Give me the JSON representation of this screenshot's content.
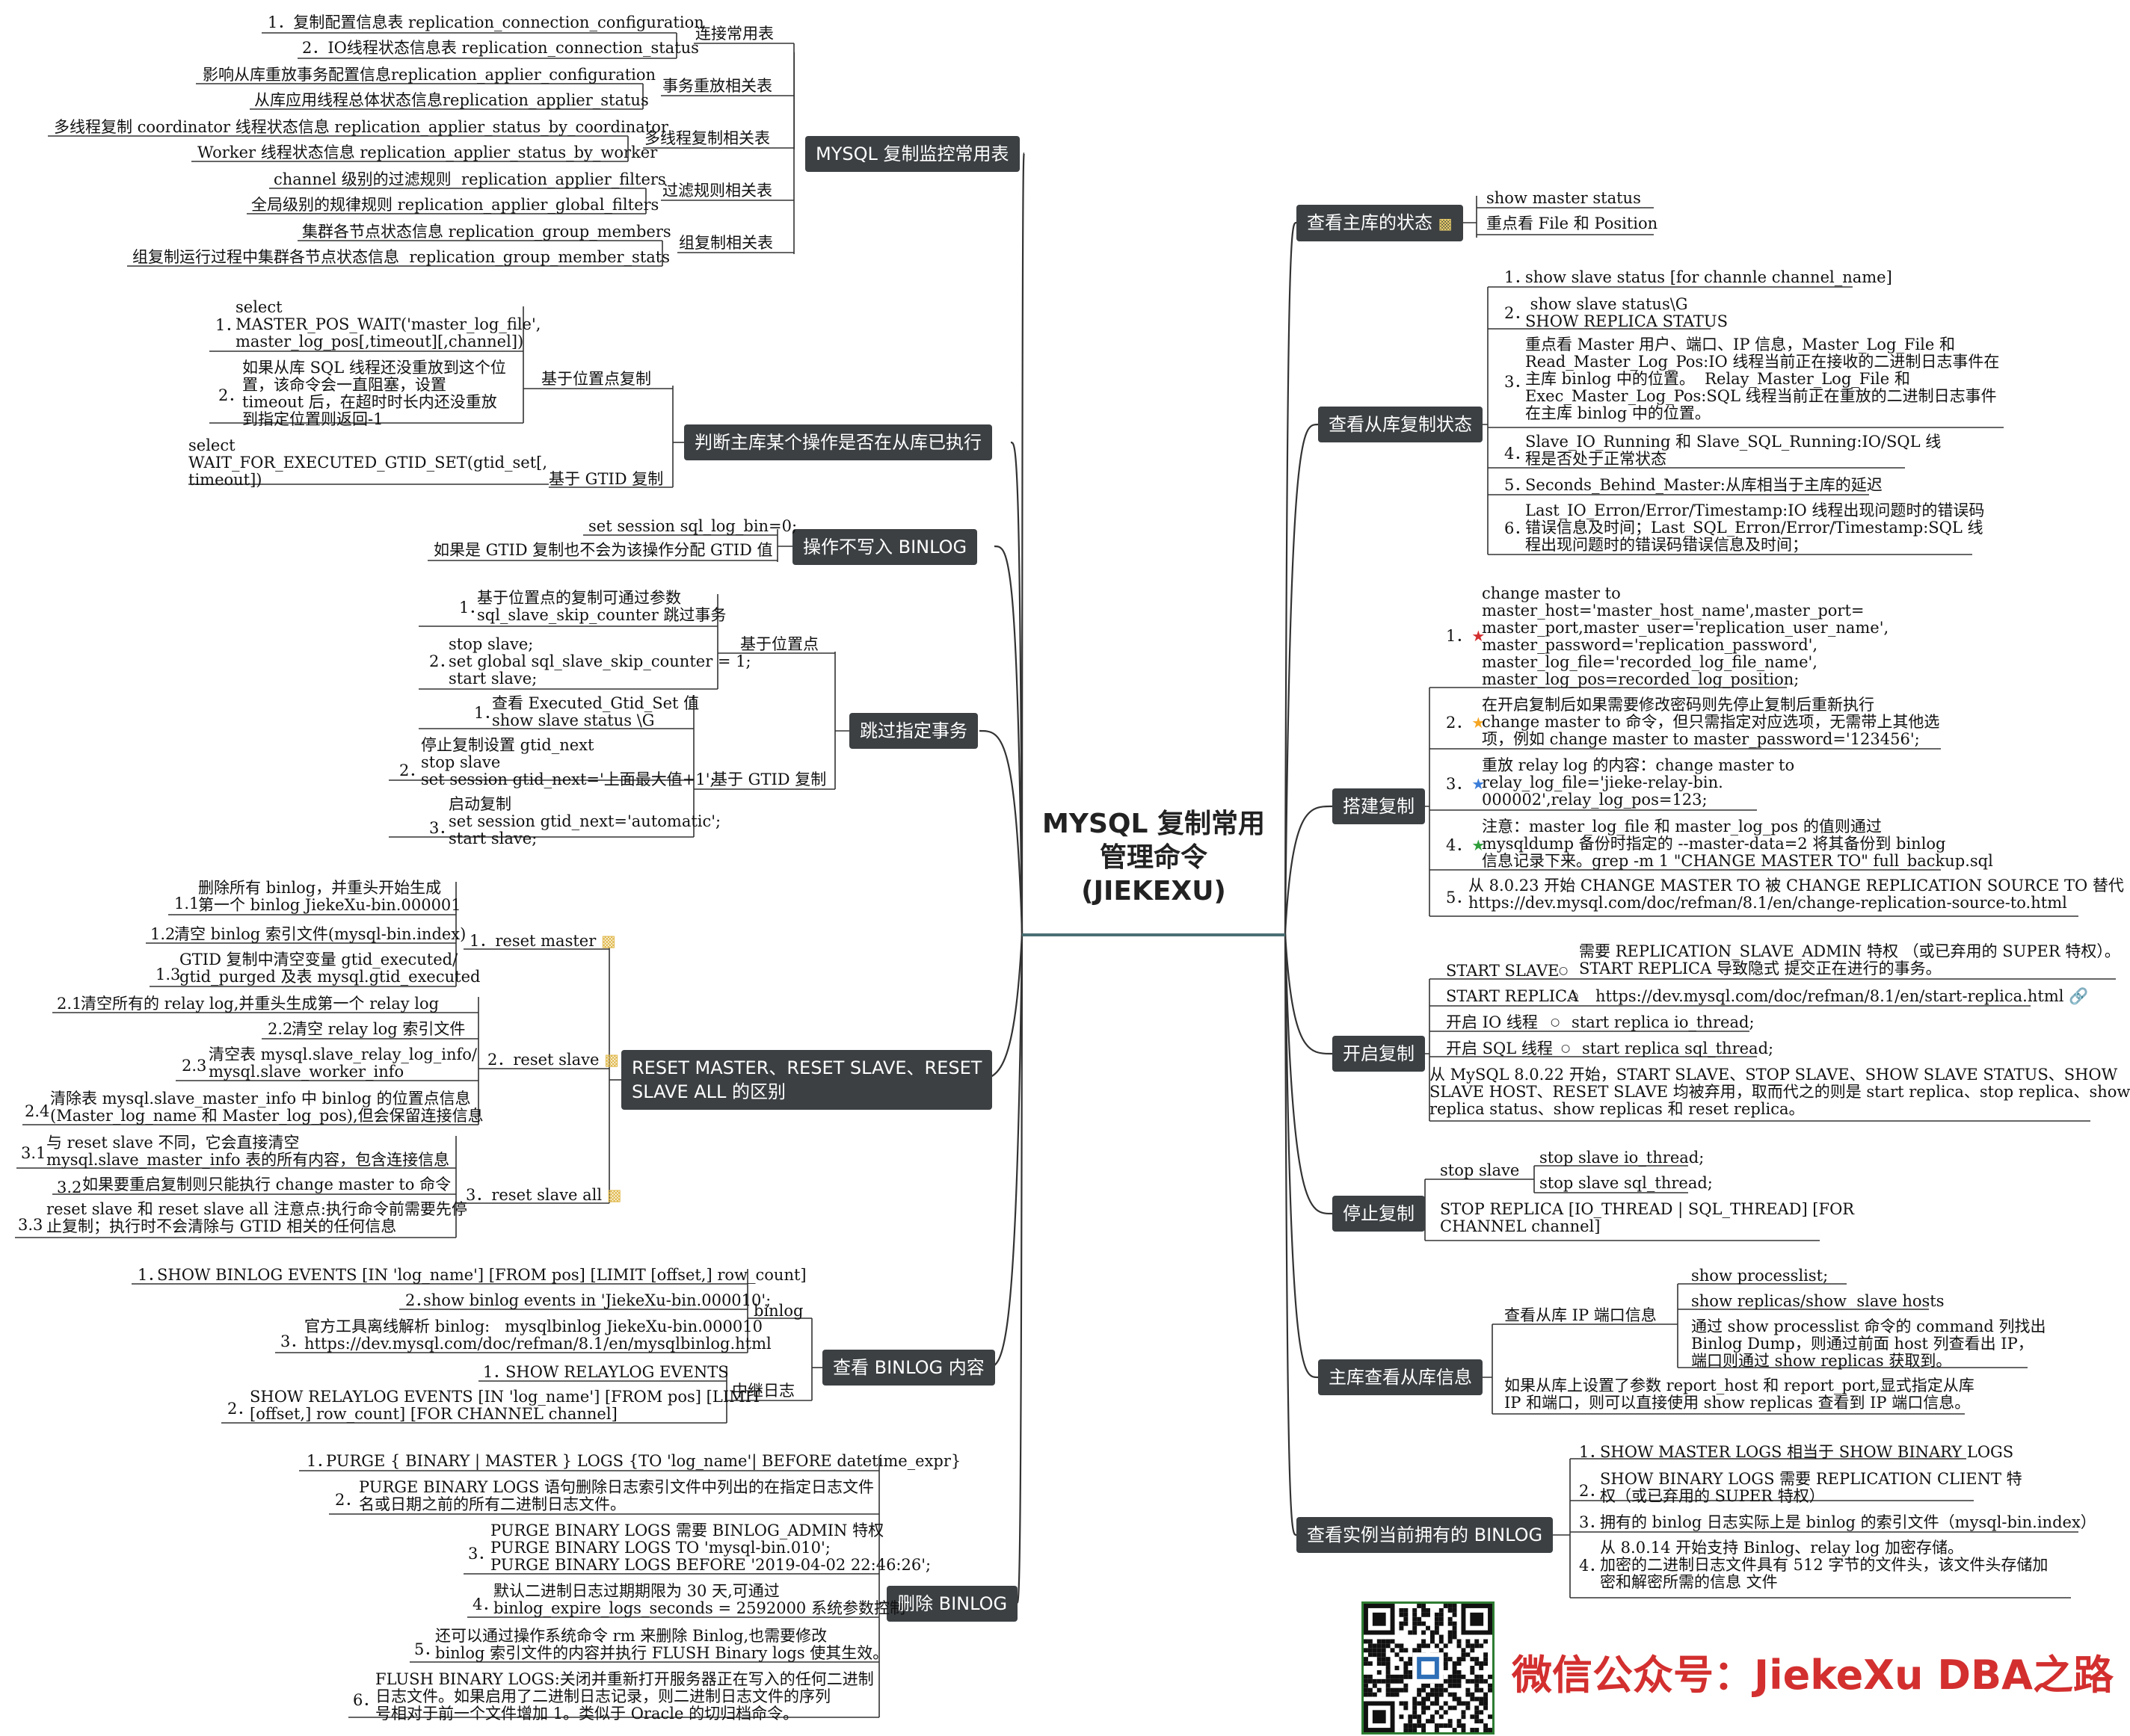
{
  "center": {
    "line1": "MYSQL 复制常用",
    "line2": "管理命令",
    "line3": "(JIEKEXU)"
  },
  "watermark": "微信公众号：JiekeXu DBA之路",
  "left": {
    "monitor": {
      "title": "MYSQL 复制监控常用表",
      "groups": [
        {
          "name": "连接常用表",
          "items": [
            "1．复制配置信息表 replication_connection_configuration",
            "2．IO线程状态信息表 replication_connection_status"
          ]
        },
        {
          "name": "事务重放相关表",
          "items": [
            "影响从库重放事务配置信息replication_applier_configuration",
            "从库应用线程总体状态信息replication_applier_status"
          ]
        },
        {
          "name": "多线程复制相关表",
          "items": [
            "多线程复制 coordinator 线程状态信息 replication_applier_status_by_coordinator",
            "Worker 线程状态信息 replication_applier_status_by_worker"
          ]
        },
        {
          "name": "过滤规则相关表",
          "items": [
            "channel 级别的过滤规则  replication_applier_filters",
            "全局级别的规律规则 replication_applier_global_filters"
          ]
        },
        {
          "name": "组复制相关表",
          "items": [
            "集群各节点状态信息 replication_group_members",
            "组复制运行过程中集群各节点状态信息  replication_group_member_stats"
          ]
        }
      ]
    },
    "judge": {
      "title": "判断主库某个操作是否在从库已执行",
      "pos": {
        "name": "基于位置点复制",
        "n1": "1．",
        "item1": "select\nMASTER_POS_WAIT('master_log_file',\nmaster_log_pos[,timeout][,channel])",
        "n2": "2．",
        "item2": "如果从库 SQL 线程还没重放到这个位\n置，该命令会一直阻塞，设置\ntimeout 后，在超时时长内还没重放\n到指定位置则返回-1"
      },
      "gtid": {
        "name": "基于 GTID 复制",
        "item": "select\nWAIT_FOR_EXECUTED_GTID_SET(gtid_set[,\ntimeout])"
      }
    },
    "nobinlog": {
      "title": "操作不写入 BINLOG",
      "items": [
        "set session sql_log_bin=0;",
        "如果是 GTID 复制也不会为该操作分配 GTID 值"
      ]
    },
    "skip": {
      "title": "跳过指定事务",
      "pos": {
        "name": "基于位置点",
        "n1": "1．",
        "item1": "基于位置点的复制可通过参数\nsql_slave_skip_counter 跳过事务",
        "n2": "2．",
        "item2": "stop slave;\nset global sql_slave_skip_counter = 1;\nstart slave;"
      },
      "gtid": {
        "name": "基于 GTID 复制",
        "n1": "1．",
        "item1": "查看 Executed_Gtid_Set 值\nshow slave status \\G",
        "n2": "2．",
        "item2": "停止复制设置 gtid_next\nstop slave\nset session gtid_next='上面最大值+1';",
        "n3": "3．",
        "item3": "启动复制\nset session gtid_next='automatic';\nstart slave;"
      }
    },
    "reset": {
      "title": "RESET MASTER、RESET SLAVE、RESET\nSLAVE ALL 的区别",
      "master": {
        "name": "1．reset master",
        "items": [
          {
            "num": "1.1",
            "text": "删除所有 binlog，并重头开始生成\n第一个 binlog JiekeXu-bin.000001"
          },
          {
            "num": "1.2",
            "text": "清空 binlog 索引文件(mysql-bin.index)"
          },
          {
            "num": "1.3",
            "text": "GTID 复制中清空变量 gtid_executed/\ngtid_purged 及表 mysql.gtid_executed"
          }
        ]
      },
      "slave": {
        "name": "2．reset slave",
        "items": [
          {
            "num": "2.1",
            "text": "清空所有的 relay log,并重头生成第一个 relay log"
          },
          {
            "num": "2.2",
            "text": "清空 relay log 索引文件"
          },
          {
            "num": "2.3",
            "text": "清空表 mysql.slave_relay_log_info/\nmysql.slave_worker_info"
          },
          {
            "num": "2.4",
            "text": "清除表 mysql.slave_master_info 中 binlog 的位置点信息\n(Master_log_name 和 Master_log_pos),但会保留连接信息"
          }
        ]
      },
      "all": {
        "name": "3．reset slave all",
        "items": [
          {
            "num": "3.1",
            "text": "与 reset slave 不同，它会直接清空\nmysql.slave_master_info 表的所有内容，包含连接信息"
          },
          {
            "num": "3.2",
            "text": "如果要重启复制则只能执行 change master to 命令"
          },
          {
            "num": "3.3",
            "text": "reset slave 和 reset slave all 注意点:执行命令前需要先停\n止复制；执行时不会清除与 GTID 相关的任何信息"
          }
        ]
      }
    },
    "view": {
      "title": "查看 BINLOG 内容",
      "binlog": {
        "name": "binlog",
        "n1": "1．",
        "item1": "SHOW BINLOG EVENTS [IN 'log_name'] [FROM pos] [LIMIT [offset,] row_count]",
        "n2": "2．",
        "item2": "show binlog events in 'JiekeXu-bin.000010';",
        "n3": "3．",
        "item3": "官方工具离线解析 binlog:   mysqlbinlog JiekeXu-bin.000010\nhttps://dev.mysql.com/doc/refman/8.1/en/mysqlbinlog.html"
      },
      "relay": {
        "name": "中继日志",
        "n1": "1．",
        "item1": "SHOW RELAYLOG EVENTS",
        "n2": "2．",
        "item2": "SHOW RELAYLOG EVENTS [IN 'log_name'] [FROM pos] [LIMIT\n[offset,] row_count] [FOR CHANNEL channel]"
      }
    },
    "purge": {
      "title": "删除 BINLOG",
      "items": [
        {
          "num": "1．",
          "text": "PURGE { BINARY | MASTER } LOGS {TO 'log_name'| BEFORE datetime_expr}"
        },
        {
          "num": "2．",
          "text": "PURGE BINARY LOGS 语句删除日志索引文件中列出的在指定日志文件\n名或日期之前的所有二进制日志文件。"
        },
        {
          "num": "3．",
          "text": "PURGE BINARY LOGS 需要 BINLOG_ADMIN 特权\nPURGE BINARY LOGS TO 'mysql-bin.010';\nPURGE BINARY LOGS BEFORE '2019-04-02 22:46:26';"
        },
        {
          "num": "4．",
          "text": "默认二进制日志过期期限为 30 天,可通过\nbinlog_expire_logs_seconds = 2592000 系统参数控制"
        },
        {
          "num": "5．",
          "text": "还可以通过操作系统命令 rm 来删除 Binlog,也需要修改\nbinlog 索引文件的内容并执行 FLUSH Binary logs 使其生效。"
        },
        {
          "num": "6．",
          "text": "FLUSH BINARY LOGS:关闭并重新打开服务器正在写入的任何二进制\n日志文件。如果启用了二进制日志记录，则二进制日志文件的序列\n号相对于前一个文件增加 1。类似于 Oracle 的切归档命令。"
        }
      ]
    }
  },
  "right": {
    "masterStatus": {
      "title": "查看主库的状态",
      "items": [
        "show master status",
        "重点看 File 和 Position"
      ]
    },
    "slaveStatus": {
      "title": "查看从库复制状态",
      "items": [
        {
          "num": "1．",
          "text": "show slave status [for channle channel_name]"
        },
        {
          "num": "2．",
          "text": " show slave status\\G\nSHOW REPLICA STATUS"
        },
        {
          "num": "3．",
          "text": "重点看 Master 用户、端口、IP 信息，Master_Log_File 和\nRead_Master_Log_Pos:IO 线程当前正在接收的二进制日志事件在\n主库 binlog 中的位置。  Relay_Master_Log_File 和\nExec_Master_Log_Pos:SQL 线程当前正在重放的二进制日志事件\n在主库 binlog 中的位置。"
        },
        {
          "num": "4．",
          "text": "Slave_IO_Running 和 Slave_SQL_Running:IO/SQL 线\n程是否处于正常状态"
        },
        {
          "num": "5．",
          "text": "Seconds_Behind_Master:从库相当于主库的延迟"
        },
        {
          "num": "6．",
          "text": "Last_IO_Erron/Error/Timestamp:IO 线程出现问题时的错误码\n错误信息及时间；Last_SQL_Erron/Error/Timestamp:SQL 线\n程出现问题时的错误码错误信息及时间；"
        }
      ]
    },
    "setup": {
      "title": "搭建复制",
      "items": [
        {
          "num": "1．",
          "text": "change master to\nmaster_host='master_host_name',master_port=\nmaster_port,master_user='replication_user_name',\nmaster_password='replication_password',\nmaster_log_file='recorded_log_file_name',\nmaster_log_pos=recorded_log_position;"
        },
        {
          "num": "2．",
          "text": "在开启复制后如果需要修改密码则先停止复制后重新执行\nchange master to 命令，但只需指定对应选项，无需带上其他选\n项，例如 change master to master_password='123456';"
        },
        {
          "num": "3．",
          "text": "重放 relay log 的内容：change master to\nrelay_log_file='jieke-relay-bin.\n000002',relay_log_pos=123;"
        },
        {
          "num": "4．",
          "text": "注意：master_log_file 和 master_log_pos 的值则通过\nmysqldump 备份时指定的 --master-data=2 将其备份到 binlog\n信息记录下来。grep -m 1 \"CHANGE MASTER TO\" full_backup.sql"
        },
        {
          "num": "5．",
          "text": "从 8.0.23 开始 CHANGE MASTER TO 被 CHANGE REPLICATION SOURCE TO 替代\nhttps://dev.mysql.com/doc/refman/8.1/en/change-replication-source-to.html"
        }
      ]
    },
    "start": {
      "title": "开启复制",
      "rows": [
        {
          "label": "START SLAVE",
          "text": "需要 REPLICATION_SLAVE_ADMIN 特权 （或已弃用的 SUPER 特权）。\nSTART REPLICA 导致隐式 提交正在进行的事务。"
        },
        {
          "label": "START REPLICA",
          "text": "https://dev.mysql.com/doc/refman/8.1/en/start-replica.html"
        },
        {
          "label": "开启 IO 线程",
          "text": "start replica io_thread;"
        },
        {
          "label": "开启 SQL 线程",
          "text": "start replica sql_thread;"
        }
      ],
      "note": "从 MySQL 8.0.22 开始，START SLAVE、STOP SLAVE、SHOW SLAVE STATUS、SHOW\nSLAVE HOST、RESET SLAVE 均被弃用，取而代之的则是 start replica、stop replica、show\nreplica status、show replicas 和 reset replica。"
    },
    "stop": {
      "title": "停止复制",
      "label": "stop slave",
      "items": [
        "stop slave io_thread;",
        "stop slave sql_thread;"
      ],
      "cmd": "STOP REPLICA [IO_THREAD | SQL_THREAD] [FOR\nCHANNEL channel]"
    },
    "slaveInfo": {
      "title": "主库查看从库信息",
      "sub": "查看从库 IP 端口信息",
      "items": [
        "show processlist;",
        "show replicas/show  slave hosts",
        "通过 show processlist 命令的 command 列找出\nBinlog Dump，则通过前面 host 列查看出 IP，\n端口则通过 show replicas 获取到。"
      ],
      "note": "如果从库上设置了参数 report_host 和 report_port,显式指定从库\nIP 和端口，则可以直接使用 show replicas 查看到 IP 端口信息。"
    },
    "binlogs": {
      "title": "查看实例当前拥有的 BINLOG",
      "items": [
        {
          "num": "1．",
          "text": "SHOW MASTER LOGS 相当于 SHOW BINARY LOGS"
        },
        {
          "num": "2．",
          "text": "SHOW BINARY LOGS 需要 REPLICATION CLIENT 特\n权（或已弃用的 SUPER 特权）"
        },
        {
          "num": "3．",
          "text": "拥有的 binlog 日志实际上是 binlog 的索引文件（mysql-bin.index）"
        },
        {
          "num": "4．",
          "text": "从 8.0.14 开始支持 Binlog、relay log 加密存储。\n加密的二进制日志文件具有 512 字节的文件头，该文件头存储加\n密和解密所需的信息 文件"
        }
      ]
    }
  }
}
